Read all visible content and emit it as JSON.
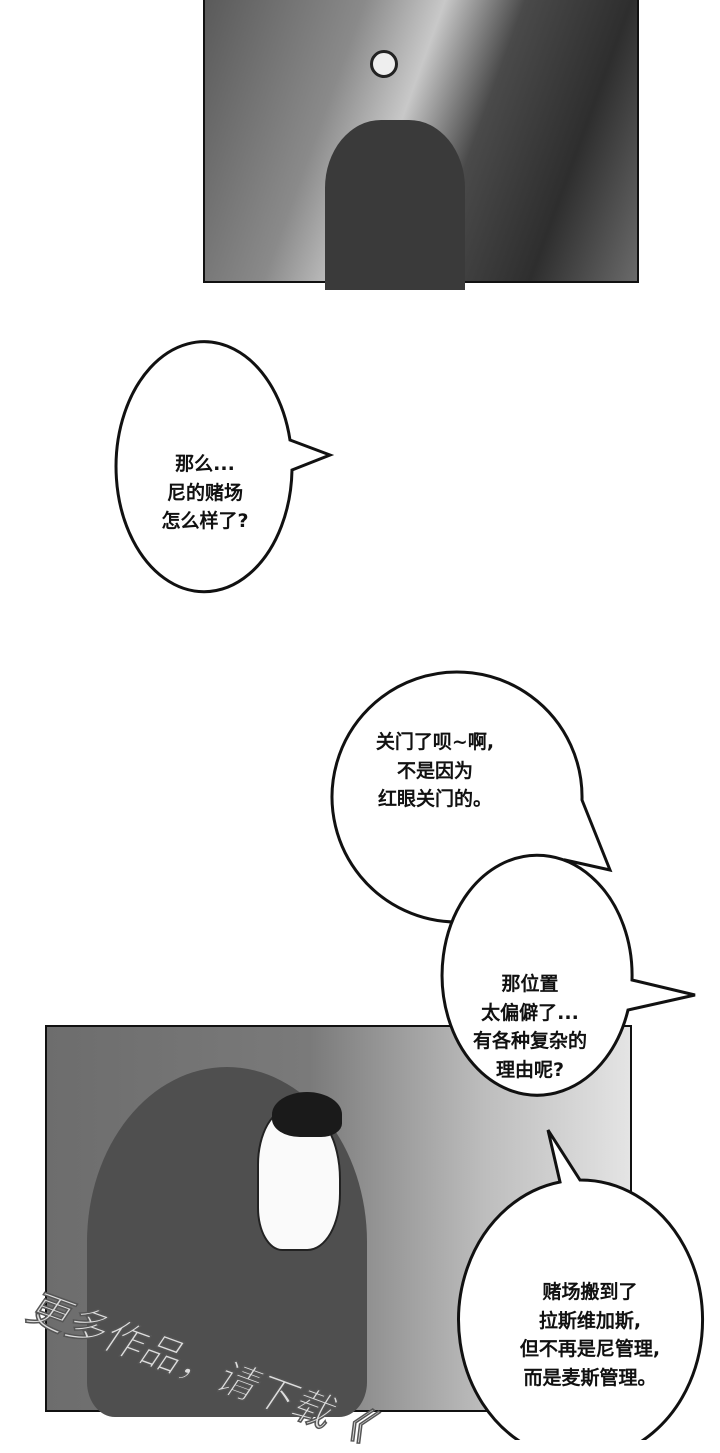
{
  "bubbles": [
    {
      "lines": [
        "那么...",
        "尼的赌场",
        "怎么样了?"
      ]
    },
    {
      "lines": [
        "关门了呗~啊,",
        "不是因为",
        "红眼关门的。"
      ]
    },
    {
      "lines": [
        "那位置",
        "太偏僻了...",
        "有各种复杂的",
        "理由呢?"
      ]
    },
    {
      "lines": [
        "赌场搬到了",
        "拉斯维加斯,",
        "但不再是尼管理,",
        "而是麦斯管理。"
      ]
    }
  ],
  "watermark": "更多作品，请下载《"
}
